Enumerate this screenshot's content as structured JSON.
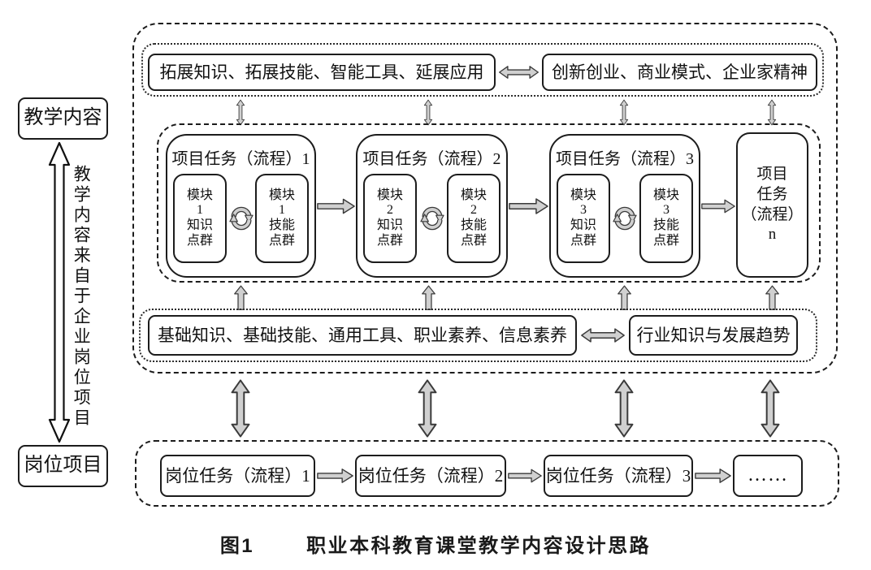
{
  "figure": {
    "left_column": {
      "top_box": "教学内容",
      "vertical_label": "教学内容来自于企业岗位项目",
      "bottom_box": "岗位项目"
    },
    "top_band": {
      "left_box": "拓展知识、拓展技能、智能工具、延展应用",
      "right_box": "创新创业、商业模式、企业家精神"
    },
    "middle_band": {
      "projects": [
        {
          "title": "项目任务（流程）1",
          "knowledge": "模块\n1\n知识\n点群",
          "skill": "模块\n1\n技能\n点群"
        },
        {
          "title": "项目任务（流程）2",
          "knowledge": "模块\n2\n知识\n点群",
          "skill": "模块\n2\n技能\n点群"
        },
        {
          "title": "项目任务（流程）3",
          "knowledge": "模块\n3\n知识\n点群",
          "skill": "模块\n3\n技能\n点群"
        }
      ],
      "n_box": "项目\n任务\n（流程）\nn"
    },
    "bottom_band": {
      "left_box": "基础知识、基础技能、通用工具、职业素养、信息素养",
      "right_box": "行业知识与发展趋势"
    },
    "job_band": {
      "boxes": [
        "岗位任务（流程）1",
        "岗位任务（流程）2",
        "岗位任务（流程）3",
        "……"
      ]
    },
    "caption": {
      "number": "图1",
      "title": "职业本科教育课堂教学内容设计思路"
    },
    "icons": {
      "double_arrow_horizontal": "⇔",
      "double_arrow_vertical": "⇕",
      "up_arrow": "⇧",
      "right_arrow": "⇒",
      "knowledge_skill_cycle": "🔄"
    },
    "colors": {
      "line": "#1c1c1c",
      "arrow_fill": "#d0d0d0",
      "arrow_stroke": "#3a3a3a",
      "background": "#ffffff"
    }
  }
}
